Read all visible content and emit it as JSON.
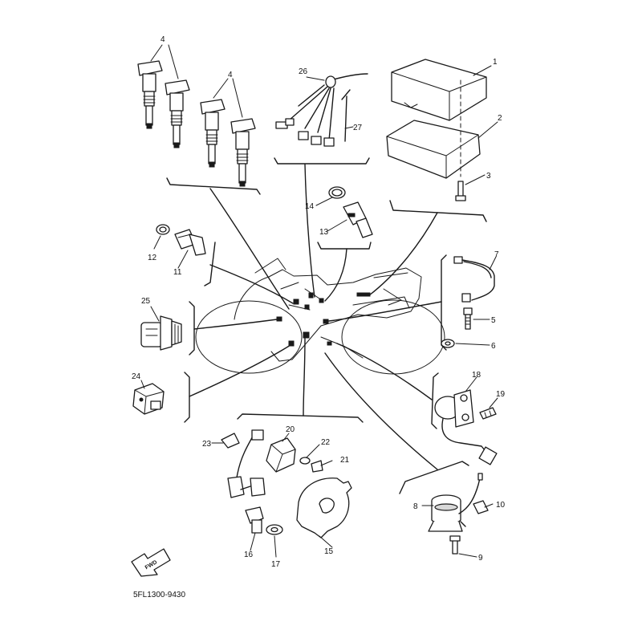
{
  "diagram": {
    "part_numbers": {
      "p1": "1",
      "p2": "2",
      "p3": "3",
      "p4a": "4",
      "p4b": "4",
      "p5": "5",
      "p6": "6",
      "p7": "7",
      "p8": "8",
      "p9": "9",
      "p10": "10",
      "p11": "11",
      "p12": "12",
      "p13": "13",
      "p14": "14",
      "p15": "15",
      "p16": "16",
      "p17": "17",
      "p18": "18",
      "p19": "19",
      "p20": "20",
      "p21": "21",
      "p22": "22",
      "p23": "23",
      "p24": "24",
      "p25": "25",
      "p26": "26",
      "p27": "27"
    },
    "fwd_label": "FWD",
    "diagram_code": "5FL1300-9430"
  }
}
